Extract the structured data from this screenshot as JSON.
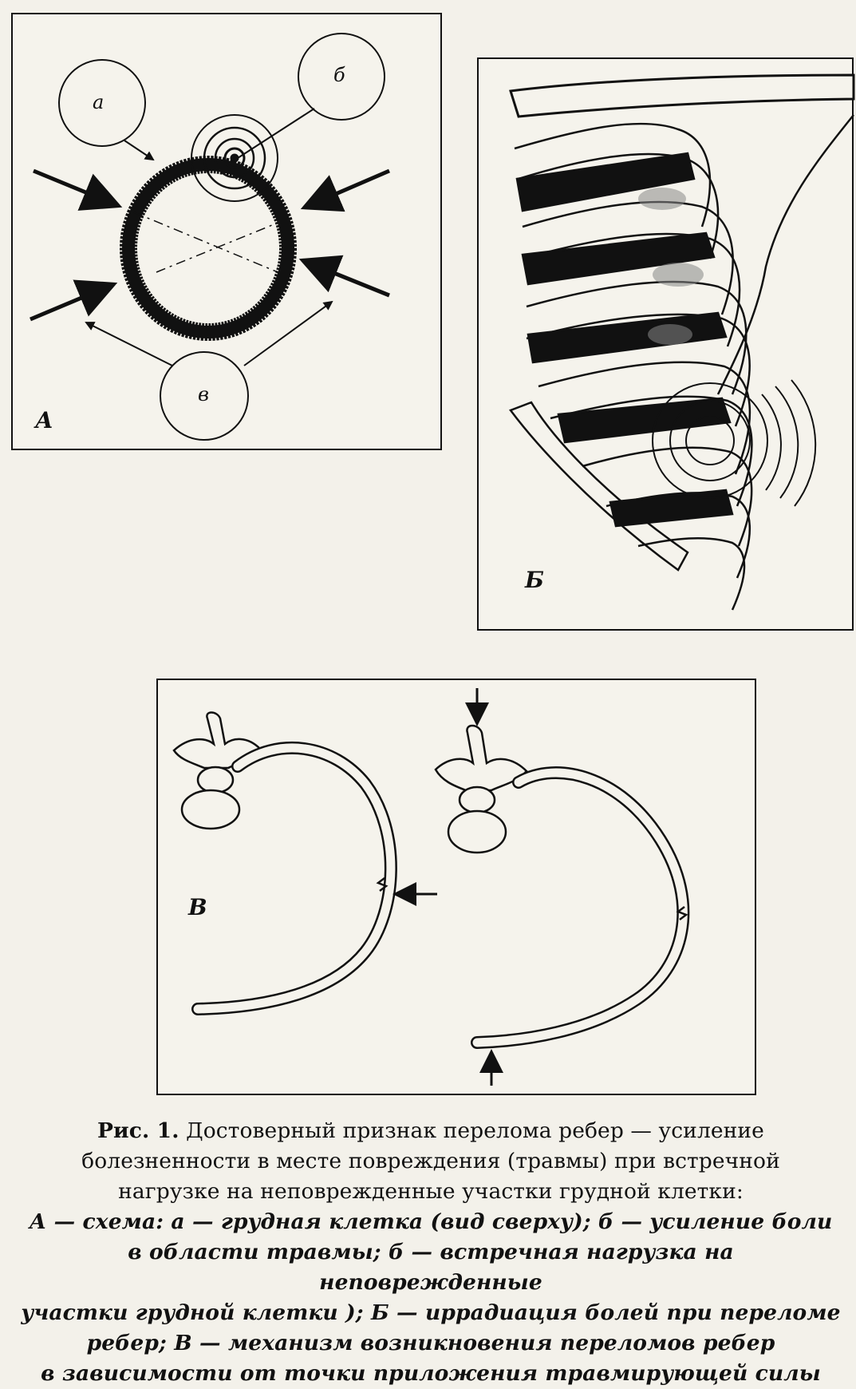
{
  "panels": {
    "a": {
      "label": "А",
      "callouts": {
        "a": "а",
        "b": "б",
        "v": "в"
      }
    },
    "b": {
      "label": "Б"
    },
    "c": {
      "label": "В"
    }
  },
  "caption": {
    "fig": "Рис. 1.",
    "line1_rest": " Достоверный признак перелома ребер — усиление",
    "line2": "болезненности в месте повреждения (травмы) при встречной",
    "line3": "нагрузке на неповрежденные участки грудной клетки:",
    "line4": "А — схема: а — грудная клетка (вид сверху); б — усиление боли",
    "line5": "в области травмы; б — встречная нагрузка на неповрежденные",
    "line6": "участки грудной клетки ); Б — иррадиация болей при переломе",
    "line7": "ребер; В — механизм возникновения переломов ребер",
    "line8": "в зависимости от точки приложения травмирующей силы"
  }
}
